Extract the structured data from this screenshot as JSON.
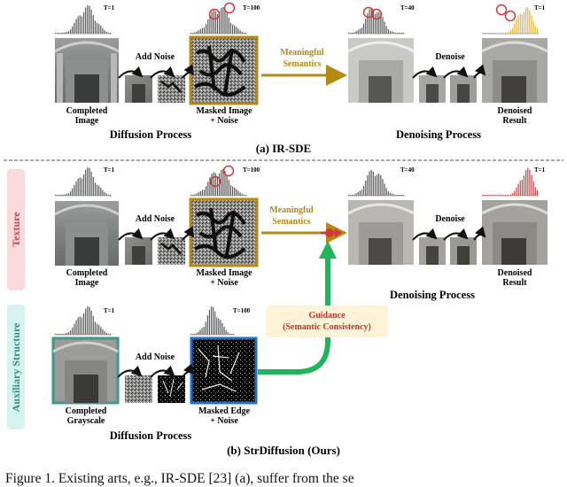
{
  "panel_a": {
    "t_start": "T=1",
    "t_end": "T=100",
    "t_mid": "T=40",
    "t_final": "T=1",
    "add_noise": "Add Noise",
    "meaningful": "Meaningful",
    "semantics": "Semantics",
    "denoise": "Denoise",
    "completed_1": "Completed",
    "completed_2": "Image",
    "masked_1": "Masked Image",
    "masked_2": "+ Noise",
    "denoised_1": "Denoised",
    "denoised_2": "Result",
    "diffusion": "Diffusion Process",
    "denoising": "Denoising Process",
    "caption": "(a) IR-SDE"
  },
  "panel_b": {
    "t_start": "T=1",
    "t_end": "T=100",
    "t_mid": "T=40",
    "t_final": "T=1",
    "texture": "Texture",
    "aux": "Auxiliary Structure",
    "add_noise": "Add Noise",
    "meaningful": "Meaningful",
    "semantics": "Semantics",
    "denoise": "Denoise",
    "completed_1": "Completed",
    "completed_2": "Image",
    "masked_1": "Masked Image",
    "masked_2": "+ Noise",
    "denoised_1": "Denoised",
    "denoised_2": "Result",
    "denoising": "Denoising Process",
    "s_t_start": "T=1",
    "s_t_end": "T=100",
    "s_add_noise": "Add Noise",
    "s_completed_1": "Completed",
    "s_completed_2": "Grayscale",
    "s_masked_1": "Masked Edge",
    "s_masked_2": "+ Noise",
    "s_diffusion": "Diffusion Process",
    "guidance_1": "Guidance",
    "guidance_2": "(Semantic Consistency)",
    "caption": "(b) StrDiffusion (Ours)"
  },
  "figure_caption": "Figure 1.  Existing arts,  e.g.,  IR-SDE [23] (a),  suffer from the se",
  "colors": {
    "gold": "#b58a12",
    "gold_light": "#e8b62a",
    "red": "#d23a3a",
    "teal": "#3a9b8a",
    "blue": "#1f6fd1",
    "green": "#1fb55a",
    "texture_bg": "#fadadd",
    "aux_bg": "#d6f3ef",
    "guidance_bg": "#fdf3d9"
  }
}
